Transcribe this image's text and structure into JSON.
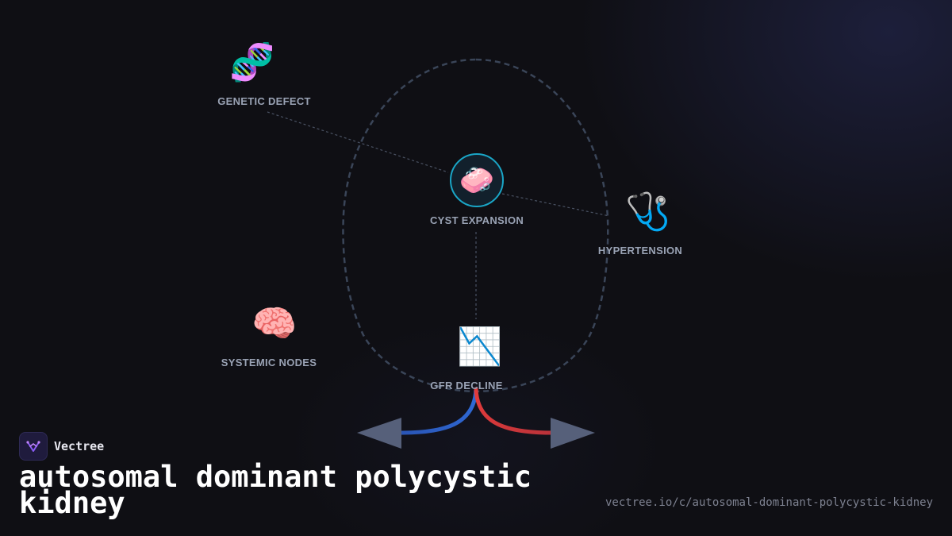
{
  "brand": {
    "name": "Vectree",
    "logo_icon": "vectree-logo-icon"
  },
  "title": "autosomal dominant polycystic kidney",
  "url": "vectree.io/c/autosomal-dominant-polycystic-kidney",
  "nodes": {
    "genetic_defect": {
      "label": "GENETIC DEFECT",
      "icon": "dna-icon",
      "glyph": "🧬"
    },
    "cyst_expansion": {
      "label": "CYST EXPANSION",
      "icon": "soap-bubbles-icon",
      "glyph": "🧼"
    },
    "hypertension": {
      "label": "HYPERTENSION",
      "icon": "stethoscope-icon",
      "glyph": "🩺"
    },
    "systemic_nodes": {
      "label": "SYSTEMIC NODES",
      "icon": "brain-icon",
      "glyph": "🧠"
    },
    "gfr_decline": {
      "label": "GFR DECLINE",
      "icon": "chart-decreasing-icon",
      "glyph": "📉"
    }
  },
  "colors": {
    "background": "#0f0f14",
    "accent_cyan": "#1aa6c7",
    "arrow_blue": "#3a6fd8",
    "arrow_red": "#d63b3b",
    "label_gray": "#9aa3b5",
    "kidney_outline": "#3a4558"
  }
}
